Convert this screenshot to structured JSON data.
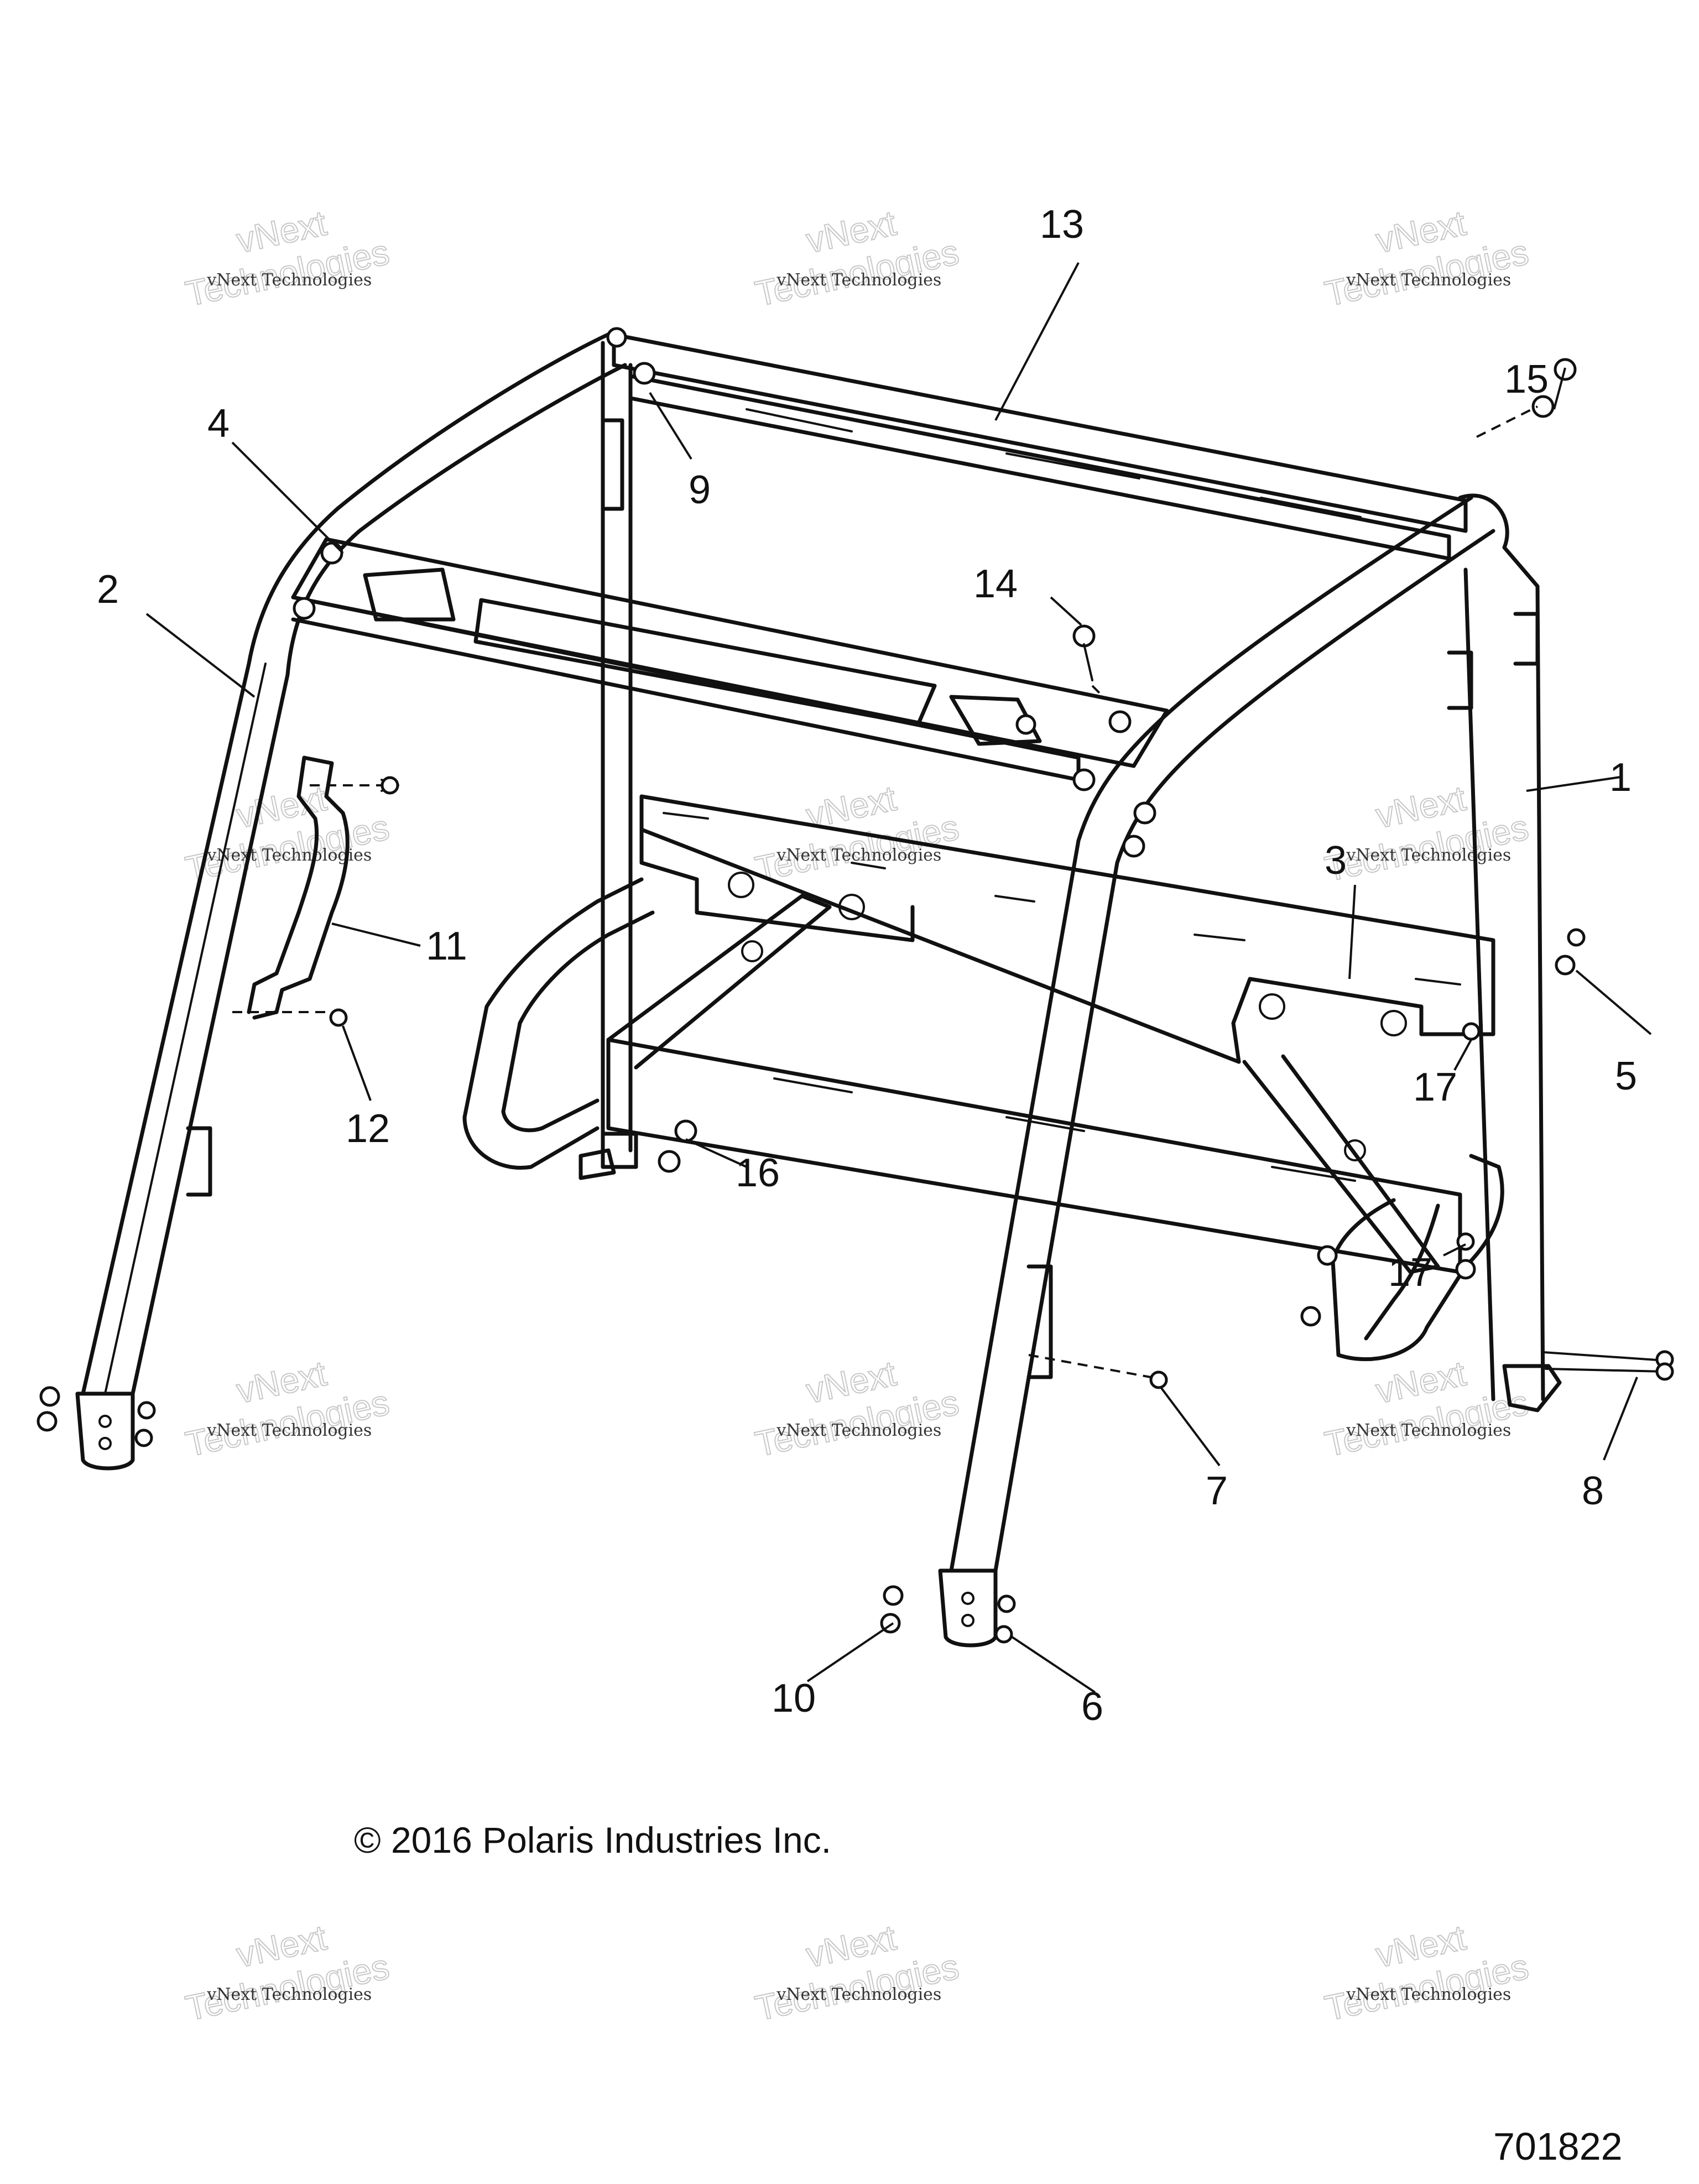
{
  "callouts": [
    {
      "id": "1",
      "label": "1"
    },
    {
      "id": "2",
      "label": "2"
    },
    {
      "id": "3",
      "label": "3"
    },
    {
      "id": "4",
      "label": "4"
    },
    {
      "id": "5",
      "label": "5"
    },
    {
      "id": "6",
      "label": "6"
    },
    {
      "id": "7",
      "label": "7"
    },
    {
      "id": "8",
      "label": "8"
    },
    {
      "id": "9",
      "label": "9"
    },
    {
      "id": "10",
      "label": "10"
    },
    {
      "id": "11",
      "label": "11"
    },
    {
      "id": "12",
      "label": "12"
    },
    {
      "id": "13",
      "label": "13"
    },
    {
      "id": "14",
      "label": "14"
    },
    {
      "id": "15",
      "label": "15"
    },
    {
      "id": "16",
      "label": "16"
    },
    {
      "id": "17a",
      "label": "17"
    },
    {
      "id": "17b",
      "label": "17"
    }
  ],
  "watermark": {
    "line1": "vNext Technologies",
    "line2": "Technologies",
    "overlay": "vNext"
  },
  "copyright": "© 2016 Polaris Industries Inc.",
  "document_number": "701822"
}
